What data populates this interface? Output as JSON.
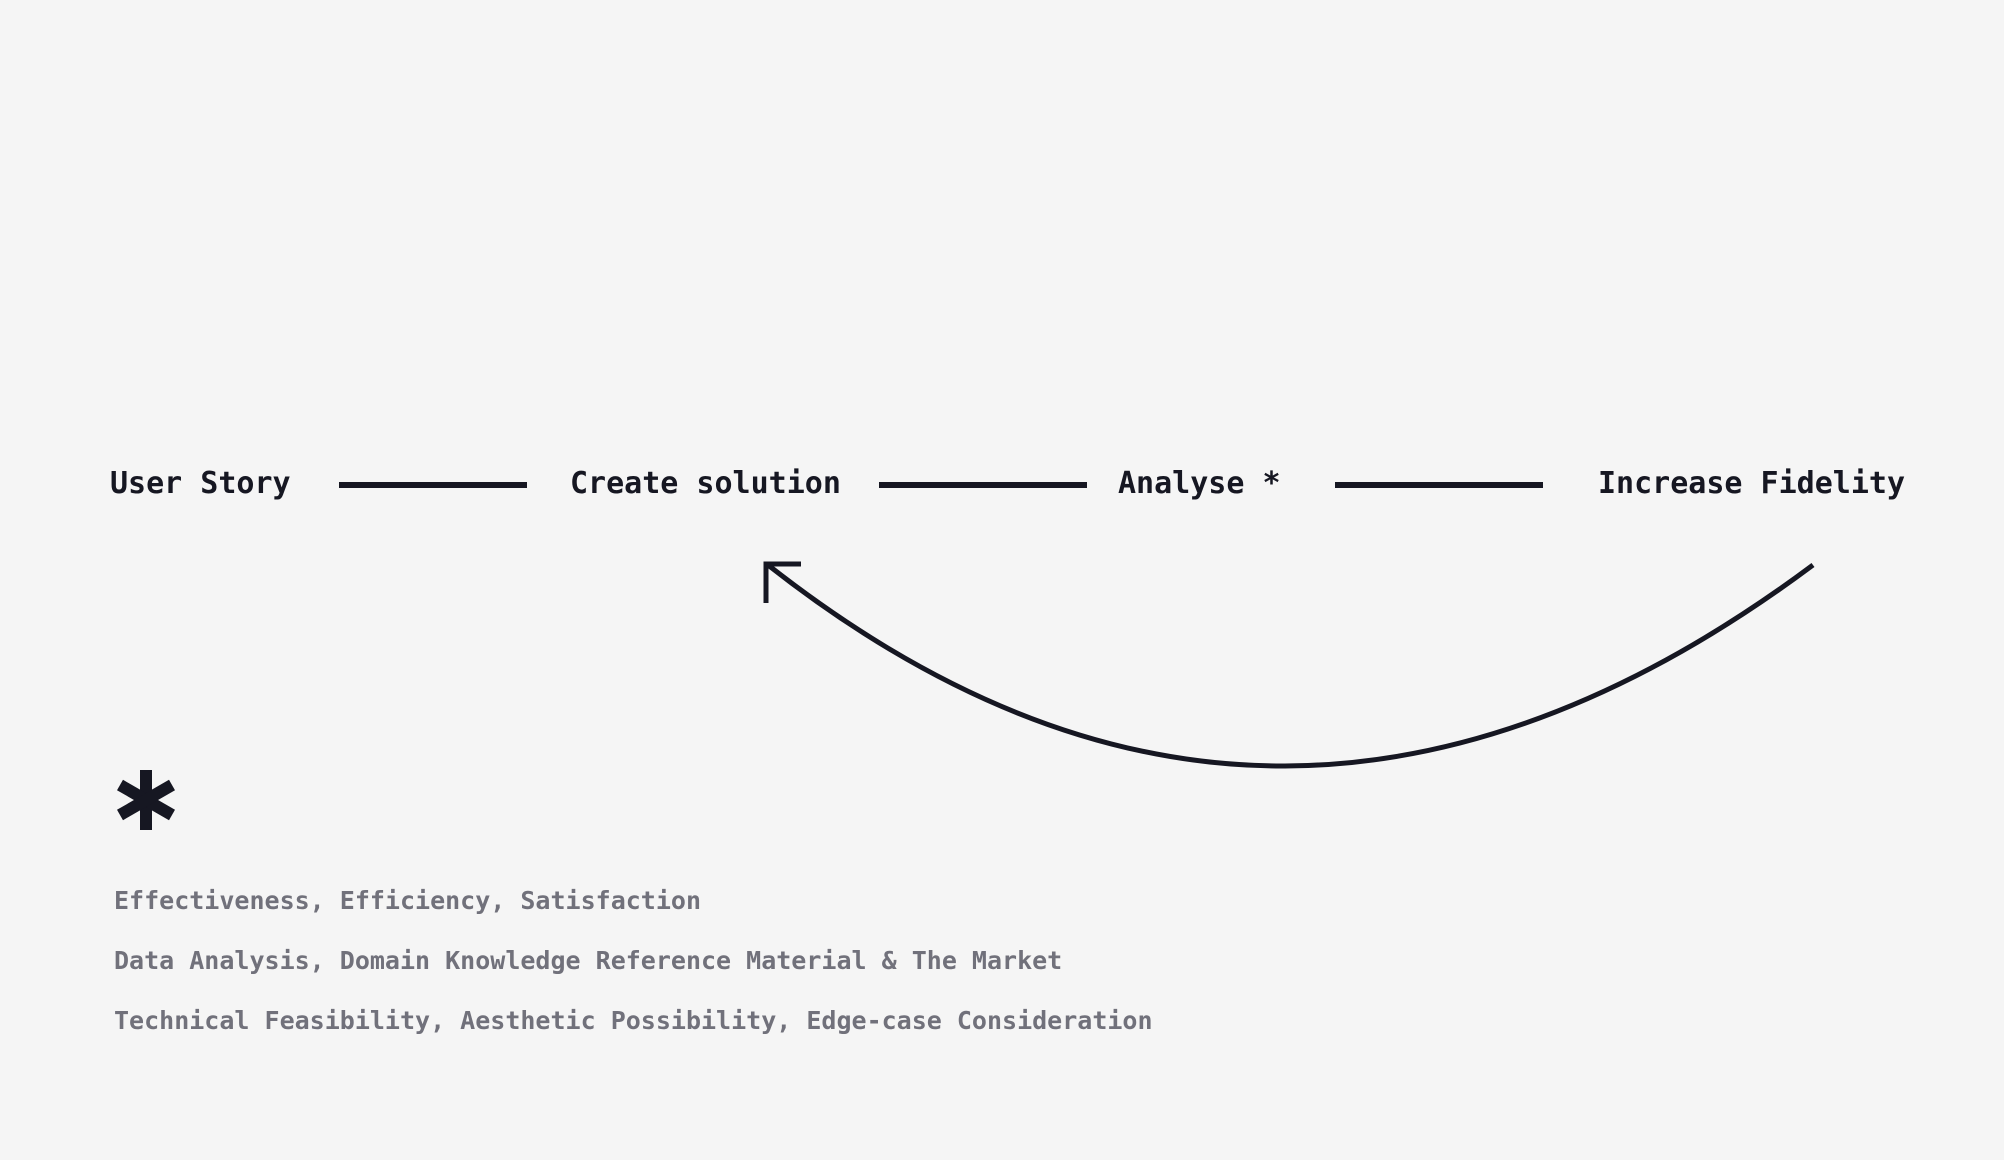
{
  "flow": {
    "steps": [
      {
        "label": "User Story"
      },
      {
        "label": "Create solution"
      },
      {
        "label": "Analyse *"
      },
      {
        "label": "Increase Fidelity"
      }
    ]
  },
  "footnote": {
    "marker": "*",
    "lines": [
      "Effectiveness, Efficiency, Satisfaction",
      "Data Analysis, Domain Knowledge Reference Material & The Market",
      "Technical Feasibility, Aesthetic Possibility, Edge-case Consideration"
    ]
  },
  "colors": {
    "background": "#f5f5f5",
    "ink": "#161722",
    "muted_text": "#71717b"
  }
}
